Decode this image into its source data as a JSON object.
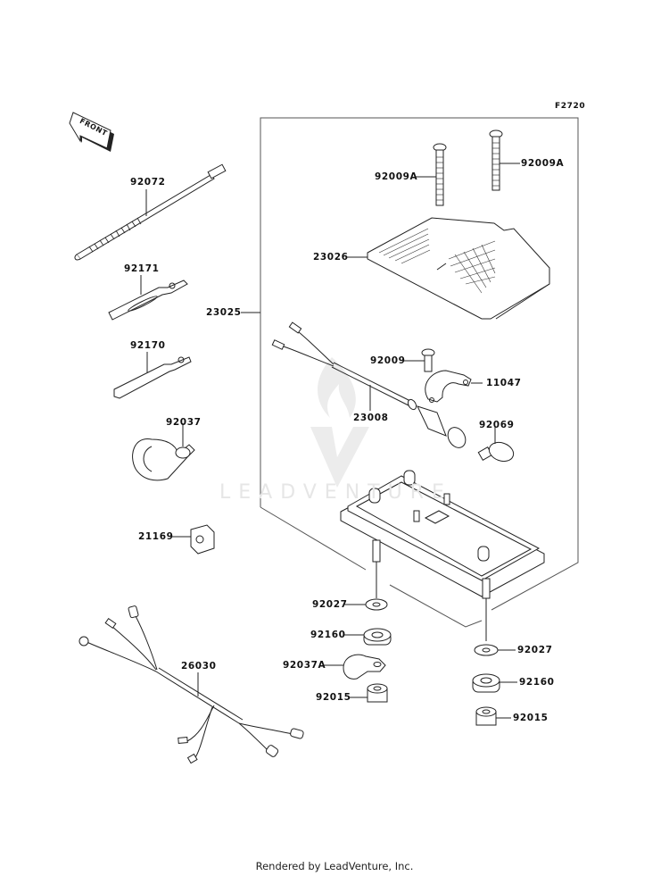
{
  "diagram": {
    "figure_code": "F2720",
    "front_indicator": "FRONT",
    "watermark": "LEADVENTURE",
    "footer": "Rendered by LeadVenture, Inc.",
    "callouts": {
      "p92072": "92072",
      "p92171": "92171",
      "p92170": "92170",
      "p92037": "92037",
      "p21169": "21169",
      "p26030": "26030",
      "p23025": "23025",
      "p92009A_left": "92009A",
      "p92009A_right": "92009A",
      "p23026": "23026",
      "p92009": "92009",
      "p11047": "11047",
      "p23008": "23008",
      "p92069": "92069",
      "p92027_left": "92027",
      "p92160_left": "92160",
      "p92037A": "92037A",
      "p92015_left": "92015",
      "p92027_right": "92027",
      "p92160_right": "92160",
      "p92015_right": "92015"
    }
  }
}
